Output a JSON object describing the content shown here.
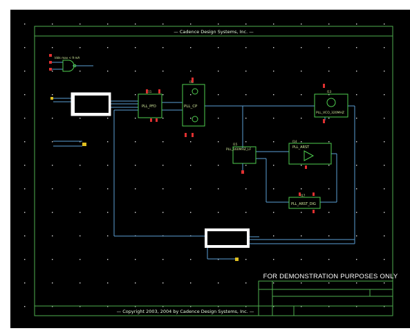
{
  "sheet": {
    "header_title": "Cadence Design Systems, Inc.",
    "footer_copyright": "Copyright 2003, 2004 by Cadence Design Systems, Inc.",
    "demo_notice": "FOR DEMONSTRATION PURPOSES ONLY",
    "note_text": "Idds max < 9 mA"
  },
  "instances": {
    "pfd": {
      "ref": "I11",
      "name": "PLL_PFD"
    },
    "cp": {
      "ref": "I12",
      "name": "PLL_CP"
    },
    "lf": {
      "ref": "I15",
      "name": "PLL_160MHZ_LF"
    },
    "arst": {
      "ref": "I14",
      "name": "PLL_ARST"
    },
    "arst_dig": {
      "ref": "I17",
      "name": "PLL_ARST_DIG"
    },
    "vco": {
      "ref": "I13",
      "name": "PLL_VCO_320MHZ"
    }
  },
  "colors": {
    "background": "#000000",
    "frame": "#4fb04f",
    "wire": "#5b9fd6",
    "symbol": "#4fd04f",
    "pin_red": "#e03030",
    "pin_yellow": "#e0c020",
    "grid_dot": "#e0e0e0",
    "highlight_box": "#ffffff"
  }
}
